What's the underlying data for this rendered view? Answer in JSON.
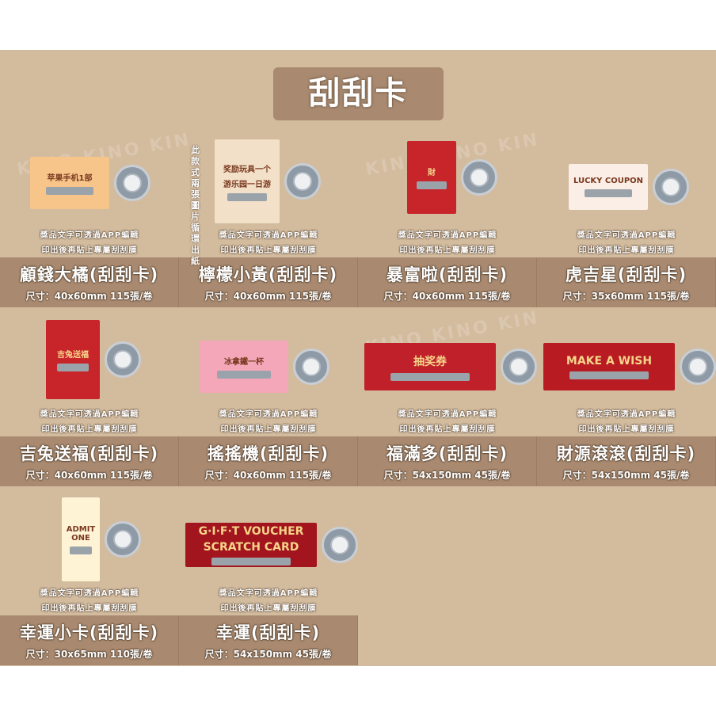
{
  "title": "刮刮卡",
  "side_note": "此款式兩張圖片循環出紙",
  "note_line1": "獎品文字可透過APP編輯",
  "note_line2": "印出後再貼上專屬刮刮膜",
  "watermark": "KINO KINO KIN",
  "colors": {
    "background": "#d3bb9e",
    "band": "#a98a70"
  },
  "products": [
    {
      "name": "顧錢大橘(刮刮卡)",
      "size": "尺寸：40x60mm 115張/卷",
      "card_text": "苹果手机1部",
      "card_color": "#f7c58a"
    },
    {
      "name": "檸檬小黃(刮刮卡)",
      "size": "尺寸：40x60mm 115張/卷",
      "card_text": "奖励玩具一个",
      "card_text2": "游乐园一日游",
      "card_color": "#f3e0c8"
    },
    {
      "name": "暴富啦(刮刮卡)",
      "size": "尺寸：40x60mm 115張/卷",
      "card_text": "財",
      "card_color": "#c8252b"
    },
    {
      "name": "虎吉星(刮刮卡)",
      "size": "尺寸：35x60mm 115張/卷",
      "card_text": "LUCKY COUPON",
      "card_color": "#fbeee6"
    },
    {
      "name": "吉兔送福(刮刮卡)",
      "size": "尺寸：40x60mm 115張/卷",
      "card_text": "吉兔送福",
      "card_color": "#c8252b"
    },
    {
      "name": "搖搖機(刮刮卡)",
      "size": "尺寸：40x60mm 115張/卷",
      "card_text": "冰拿鐵一杯",
      "card_color": "#f4a7b9"
    },
    {
      "name": "福滿多(刮刮卡)",
      "size": "尺寸：54x150mm 45張/卷",
      "card_text": "抽奖券",
      "card_color": "#c0202a"
    },
    {
      "name": "財源滾滾(刮刮卡)",
      "size": "尺寸：54x150mm 45張/卷",
      "card_text": "MAKE A WISH",
      "card_color": "#b81c22"
    },
    {
      "name": "幸運小卡(刮刮卡)",
      "size": "尺寸：30x65mm 110張/卷",
      "card_text": "ADMIT ONE",
      "card_color": "#fff3d6"
    },
    {
      "name": "幸運(刮刮卡)",
      "size": "尺寸：54x150mm 45張/卷",
      "card_text": "G·I·F·T VOUCHER",
      "card_text2": "SCRATCH CARD",
      "card_color": "#a3151e"
    }
  ]
}
